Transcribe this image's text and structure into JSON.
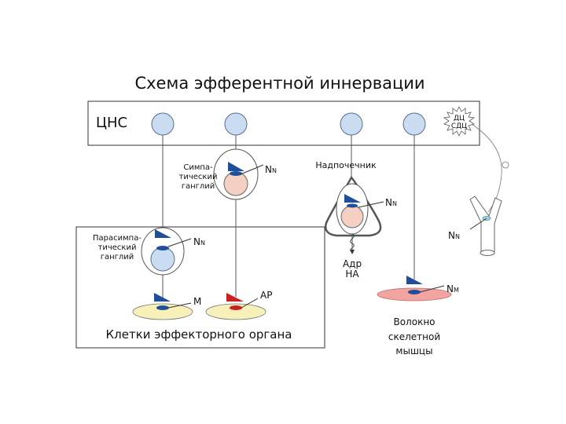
{
  "title": "Схема эфферентной иннервации",
  "cns_label": "ЦНС",
  "dc_label_1": "ДЦ",
  "dc_label_2": "СДЦ",
  "symp_label": [
    "Симпа-",
    "тический",
    "ганглий"
  ],
  "parasymp_label": [
    "Парасимпа-",
    "тический",
    "ганглий"
  ],
  "adrenal_label": "Надпочечник",
  "receptors": {
    "nn_main": "N",
    "nn_sub": "N",
    "m": "M",
    "ar": "АР",
    "nm_main": "N",
    "nm_sub": "M"
  },
  "adr_label": "Адр",
  "na_label": "НА",
  "effector_label": "Клетки эффекторного органа",
  "muscle_label": [
    "Волокно",
    "скелетной",
    "мышцы"
  ],
  "colors": {
    "soma": "#c9dcf2",
    "soma_stroke": "#5a6f8a",
    "ganglion_cell": "#f5cfc2",
    "receptor_blue": "#1f4e9a",
    "receptor_red": "#cc1f1f",
    "effector_cell": "#f7f0b8",
    "muscle_fiber": "#f2a4a0"
  }
}
